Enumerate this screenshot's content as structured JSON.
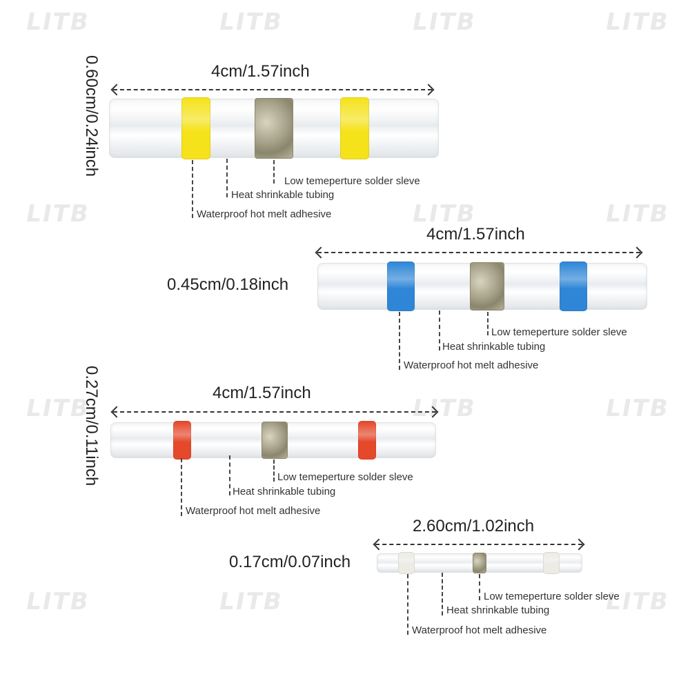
{
  "watermark": "LITB",
  "connectors": [
    {
      "length_label": "4cm/1.57inch",
      "diameter_label": "0.60cm/0.24inch",
      "band_color": "#f5e21b",
      "labels": {
        "solder": "Low temeperture solder sleve",
        "tubing": "Heat shrinkable tubing",
        "adhesive": "Waterproof hot melt adhesive"
      }
    },
    {
      "length_label": "4cm/1.57inch",
      "diameter_label": "0.45cm/0.18inch",
      "band_color": "#2f86d6",
      "labels": {
        "solder": "Low temeperture solder sleve",
        "tubing": "Heat shrinkable tubing",
        "adhesive": "Waterproof hot melt adhesive"
      }
    },
    {
      "length_label": "4cm/1.57inch",
      "diameter_label": "0.27cm/0.11inch",
      "band_color": "#e5482a",
      "labels": {
        "solder": "Low temeperture solder sleve",
        "tubing": "Heat shrinkable tubing",
        "adhesive": "Waterproof hot melt adhesive"
      }
    },
    {
      "length_label": "2.60cm/1.02inch",
      "diameter_label": "0.17cm/0.07inch",
      "band_color": "#ecebe4",
      "labels": {
        "solder": "Low temeperture solder sleve",
        "tubing": "Heat shrinkable tubing",
        "adhesive": "Waterproof hot melt adhesive"
      }
    }
  ]
}
